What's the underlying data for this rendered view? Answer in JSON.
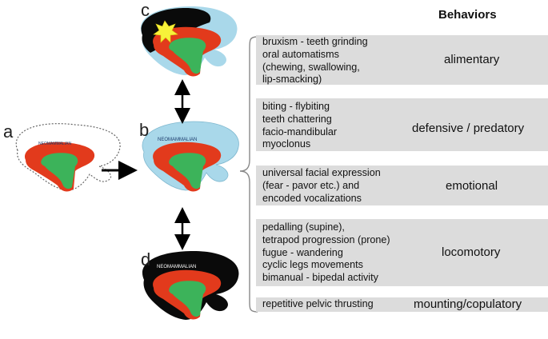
{
  "header": {
    "title": "Behaviors"
  },
  "panels": {
    "a": "a",
    "b": "b",
    "c": "c",
    "d": "d"
  },
  "brain_labels": {
    "neomammalian": "NEOMAMMALIAN"
  },
  "rows": [
    {
      "lines": [
        "bruxism - teeth grinding",
        "oral automatisms",
        "(chewing, swallowing,",
        "lip-smacking)"
      ],
      "category": "alimentary"
    },
    {
      "lines": [
        "biting - flybiting",
        "teeth chattering",
        "facio-mandibular",
        "myoclonus"
      ],
      "category": "defensive / predatory"
    },
    {
      "lines": [
        "universal facial expression",
        "(fear - pavor etc.) and",
        "encoded vocalizations"
      ],
      "category": "emotional"
    },
    {
      "lines": [
        "pedalling (supine),",
        "tetrapod progression (prone)",
        "fugue - wandering",
        "cyclic legs movements",
        "bimanual - bipedal activity"
      ],
      "category": "locomotory"
    },
    {
      "lines": [
        "repetitive pelvic thrusting"
      ],
      "category": "mounting/copulatory"
    }
  ],
  "colors": {
    "neo_light": "#a9d8ea",
    "neo_black": "#0a0a0a",
    "paleo_red": "#e23a1c",
    "reptilian_green": "#3cb35a",
    "star": "#f7f23a",
    "row_bg": "#dcdcdc"
  },
  "icons": [
    "brain-diagram-icon",
    "star-burst-icon",
    "arrow-right-icon",
    "double-arrow-vertical-icon",
    "brace-icon"
  ]
}
